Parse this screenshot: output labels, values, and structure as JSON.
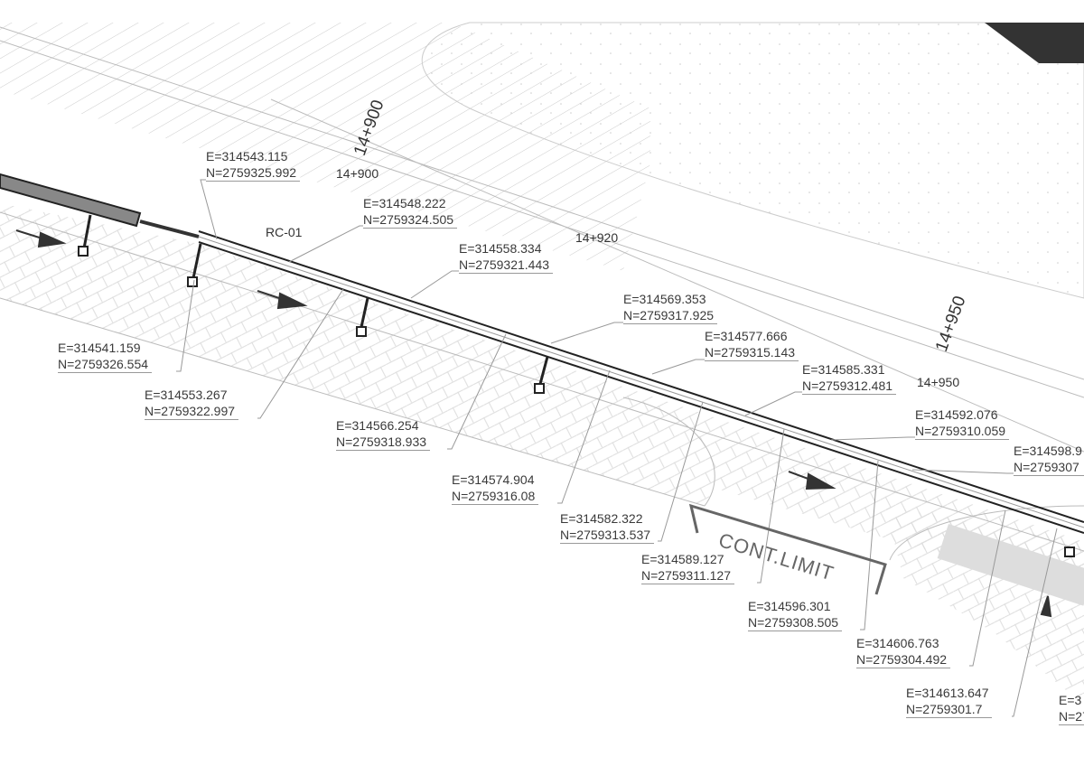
{
  "coordinates": [
    {
      "e": "E=314543.115",
      "n": "N=2759325.992"
    },
    {
      "e": "E=314548.222",
      "n": "N=2759324.505"
    },
    {
      "e": "E=314558.334",
      "n": "N=2759321.443"
    },
    {
      "e": "E=314569.353",
      "n": "N=2759317.925"
    },
    {
      "e": "E=314577.666",
      "n": "N=2759315.143"
    },
    {
      "e": "E=314585.331",
      "n": "N=2759312.481"
    },
    {
      "e": "E=314592.076",
      "n": "N=2759310.059"
    },
    {
      "e": "E=314598.9",
      "n": "N=2759307"
    },
    {
      "e": "E=314541.159",
      "n": "N=2759326.554"
    },
    {
      "e": "E=314553.267",
      "n": "N=2759322.997"
    },
    {
      "e": "E=314566.254",
      "n": "N=2759318.933"
    },
    {
      "e": "E=314574.904",
      "n": "N=2759316.08"
    },
    {
      "e": "E=314582.322",
      "n": "N=2759313.537"
    },
    {
      "e": "E=314589.127",
      "n": "N=2759311.127"
    },
    {
      "e": "E=314596.301",
      "n": "N=2759308.505"
    },
    {
      "e": "E=314606.763",
      "n": "N=2759304.492"
    },
    {
      "e": "E=314613.647",
      "n": "N=2759301.7"
    },
    {
      "e": "E=3",
      "n": "N=27"
    }
  ],
  "stations": {
    "s900_rot": "14+900",
    "s900": "14+900",
    "s920": "14+920",
    "s950_rot": "14+950",
    "s950": "14+950"
  },
  "pipe_id": "RC-01",
  "cont_limit": "CONT.LIMIT"
}
